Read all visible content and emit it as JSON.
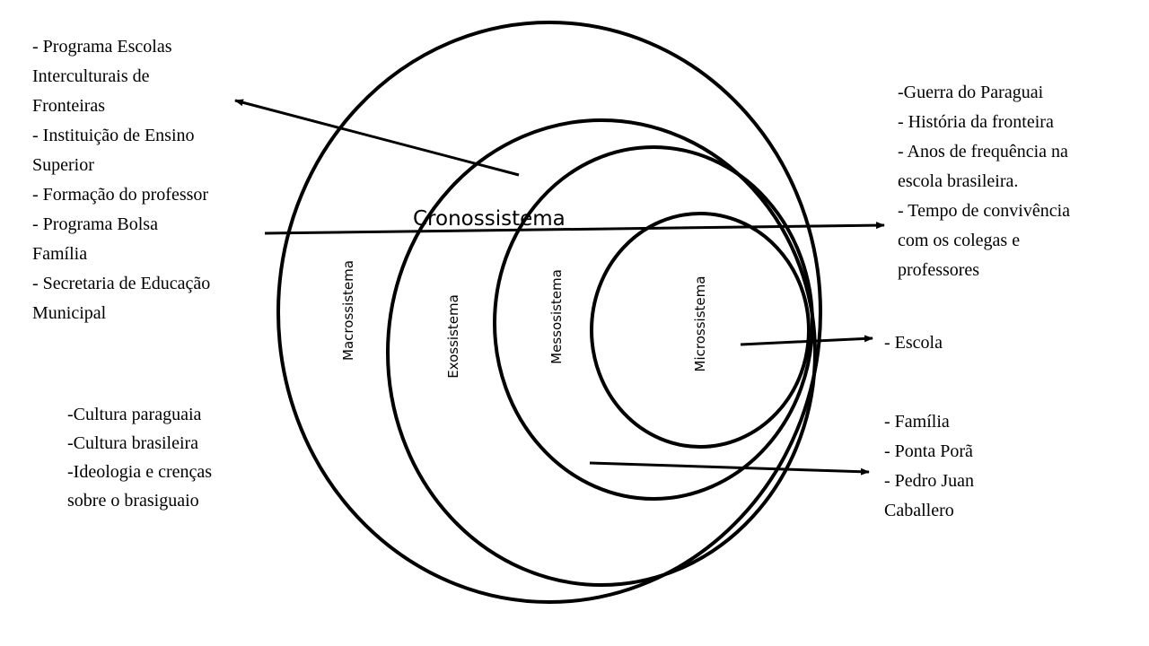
{
  "center_label": "Cronossistema",
  "systems": {
    "macro": "Macrossistema",
    "exo": "Exossistema",
    "meso": "Messosistema",
    "micro": "Microssistema"
  },
  "exo_items": [
    "- Programa Escolas",
    "Interculturais de",
    "Fronteiras",
    "- Instituição de Ensino",
    "Superior",
    "- Formação do professor",
    "- Programa Bolsa",
    "Família",
    "- Secretaria de Educação",
    "Municipal"
  ],
  "crono_items": [
    "-Guerra do Paraguai",
    "- História da fronteira",
    "- Anos de frequência na",
    "escola brasileira.",
    "- Tempo de convivência",
    "com os colegas e",
    "professores"
  ],
  "micro_items": [
    "- Escola"
  ],
  "macro_items": [
    "-Cultura paraguaia",
    "-Cultura brasileira",
    "-Ideologia e crenças",
    "sobre o brasiguaio"
  ],
  "meso_items": [
    "- Família",
    "- Ponta Porã",
    "- Pedro Juan",
    "Caballero"
  ]
}
